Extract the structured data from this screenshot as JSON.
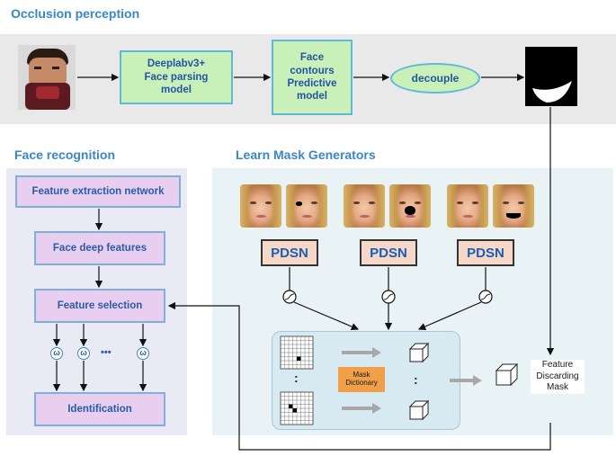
{
  "sections": {
    "occlusion": "Occlusion perception",
    "face_recognition": "Face recognition",
    "learn_mask": "Learn Mask Generators"
  },
  "occlusion_flow": {
    "parsing_box": "Deeplabv3+\nFace parsing\nmodel",
    "contour_box": "Face\ncontours\nPredictive\nmodel",
    "decouple": "decouple"
  },
  "face_recognition_flow": {
    "feature_extraction": "Feature extraction network",
    "deep_features": "Face deep features",
    "feature_selection": "Feature selection",
    "ellipsis": "•••",
    "identification": "Identification",
    "weight_symbol": "ω"
  },
  "mask_generators": {
    "pdsn_labels": [
      "PDSN",
      "PDSN",
      "PDSN"
    ],
    "dictionary_label": "Mask\nDictionary",
    "discard_label": "Feature\nDiscarding\nMask",
    "vertical_dots": ":"
  },
  "colors": {
    "title_blue": "#3a86c8",
    "green_fill": "#c9f0b8",
    "lavender_fill": "#e8cff0",
    "pdsn_fill": "#f5d8c8",
    "dictionary_fill": "#f0a048"
  }
}
